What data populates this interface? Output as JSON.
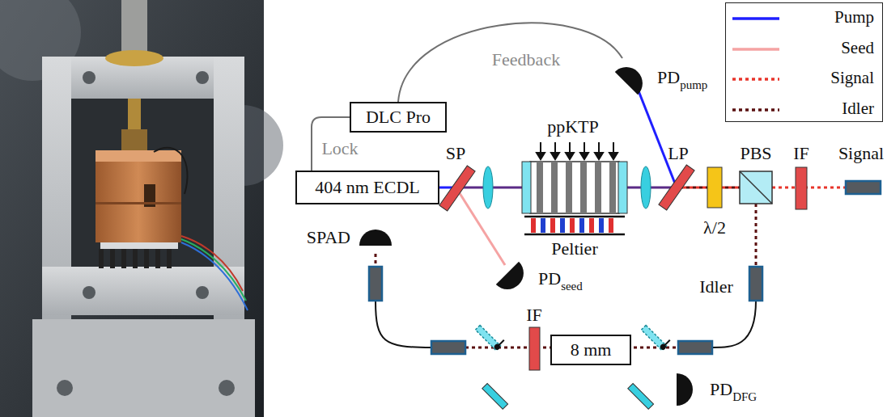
{
  "diagram": {
    "nodes": [
      {
        "text": [
          "DLC Pro"
        ]
      },
      {
        "text": [
          "404 nm ECDL"
        ]
      },
      {
        "text": [
          "PD",
          "pump"
        ]
      },
      {
        "text": [
          "PD",
          "seed"
        ]
      },
      {
        "text": [
          "SPAD"
        ]
      },
      {
        "text": [
          "8 mm"
        ]
      },
      {
        "text": [
          "PD",
          "DFG"
        ]
      }
    ],
    "edges": [
      {
        "from": 1,
        "to": 0,
        "label": "Lock",
        "arrow": "none"
      },
      {
        "from": 2,
        "to": 0,
        "label": "Feedback",
        "arrow": "none"
      }
    ],
    "labels": [
      "ppKTP",
      "SP",
      "LP",
      "PBS",
      "IF",
      "Signal",
      "λ/2",
      "Peltier",
      "Idler",
      "IF"
    ],
    "legend": [
      {
        "text": "Pump"
      },
      {
        "text": "Seed"
      },
      {
        "text": "Signal"
      },
      {
        "text": "Idler"
      }
    ]
  }
}
